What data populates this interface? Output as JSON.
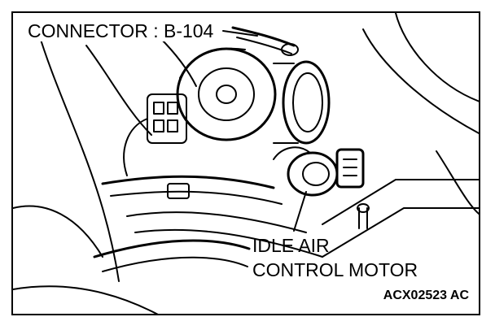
{
  "labels": {
    "connector": "CONNECTOR : B-104",
    "part_line1": "IDLE AIR",
    "part_line2": "CONTROL MOTOR",
    "figure_code": "ACX02523 AC"
  },
  "colors": {
    "ink": "#000000",
    "paper": "#ffffff"
  }
}
